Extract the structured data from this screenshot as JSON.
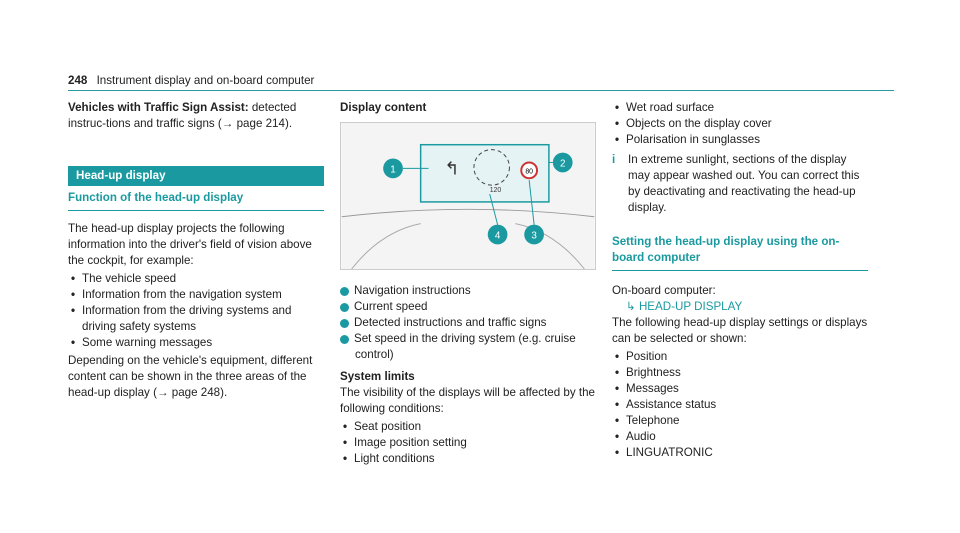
{
  "header": {
    "page_number": "248",
    "title": "Instrument display and on-board computer"
  },
  "col1": {
    "intro_bold": "Vehicles with Traffic Sign Assist:",
    "intro_rest": " detected instruc-tions and traffic signs (→ page 214).",
    "banner": "Head-up display",
    "subheading": "Function of the head-up display",
    "para1": "The head-up display projects the following information into the driver's field of vision above the cockpit, for example:",
    "bullets": [
      "The vehicle speed",
      "Information from the navigation system",
      "Information from the driving systems and driving safety systems",
      "Some warning messages"
    ],
    "para2": "Depending on the vehicle's equipment, different content can be shown in the three areas of the head-up display (→ page 248)."
  },
  "col2": {
    "heading": "Display content",
    "figure_speed_value": "80",
    "figure_set_speed": "120",
    "numbered": [
      {
        "n": "1",
        "text": "Navigation instructions"
      },
      {
        "n": "2",
        "text": "Current speed"
      },
      {
        "n": "3",
        "text": "Detected instructions and traffic signs"
      },
      {
        "n": "4",
        "text": "Set speed in the driving system (e.g. cruise control)"
      }
    ],
    "limits_heading": "System limits",
    "limits_para": "The visibility of the displays will be affected by the following conditions:",
    "limits_bullets": [
      "Seat position",
      "Image position setting",
      "Light conditions"
    ]
  },
  "col3": {
    "bullets": [
      "Wet road surface",
      "Objects on the display cover",
      "Polarisation in sunglasses"
    ],
    "note_icon": "i",
    "note": "In extreme sunlight, sections of the display may appear washed out. You can correct this by deactivating and reactivating the head-up display.",
    "subheading": "Setting the head-up display using the on-board computer",
    "computer_label": "On-board computer:",
    "menu": "HEAD-UP DISPLAY",
    "para": "The following head-up display settings or displays can be selected or shown:",
    "settings": [
      "Position",
      "Brightness",
      "Messages",
      "Assistance status",
      "Telephone",
      "Audio",
      "LINGUATRONIC"
    ]
  },
  "colors": {
    "accent": "#1a9aa0"
  }
}
